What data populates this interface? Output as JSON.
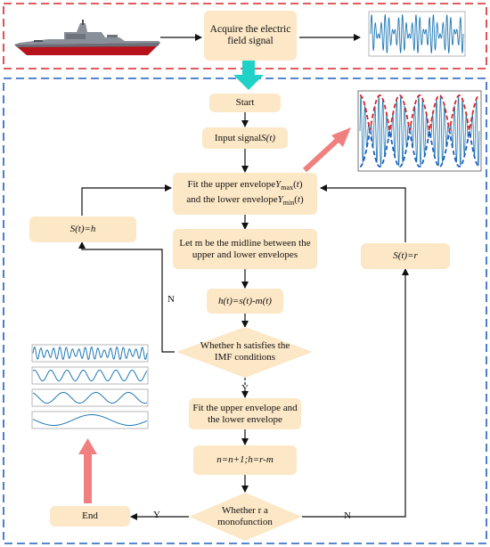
{
  "top": {
    "acquire": "Acquire the electric field signal"
  },
  "nodes": {
    "start": "Start",
    "input": "Input signal",
    "input_var": "S(t)",
    "fit1_line1_a": "Fit the upper envelope",
    "fit1_line2_a": "and the lower envelope",
    "midline": "Let m be the midline between the upper and lower envelopes",
    "h_eq": "h(t)=s(t)-m(t)",
    "imf_q": "Whether h satisfies the IMF conditions",
    "fit2": "Fit the upper envelope and the lower envelope",
    "n_eq": "n=n+1;h=r-m",
    "mono_q": "Whether r a monofunction",
    "end": "End",
    "s_h": "S(t)=h",
    "s_r": "S(t)=r"
  },
  "labels": {
    "n_left": "N",
    "y_mid": "Y",
    "y_bottom": "Y",
    "n_bottom": "N"
  },
  "colors": {
    "box_fill": "#fce7c6",
    "red_frame": "#d62728",
    "blue_frame": "#1f5fbf",
    "cyan_arrow": "#1fd1c6",
    "pink_arrow": "#f08080",
    "signal_blue": "#1f77b4"
  }
}
